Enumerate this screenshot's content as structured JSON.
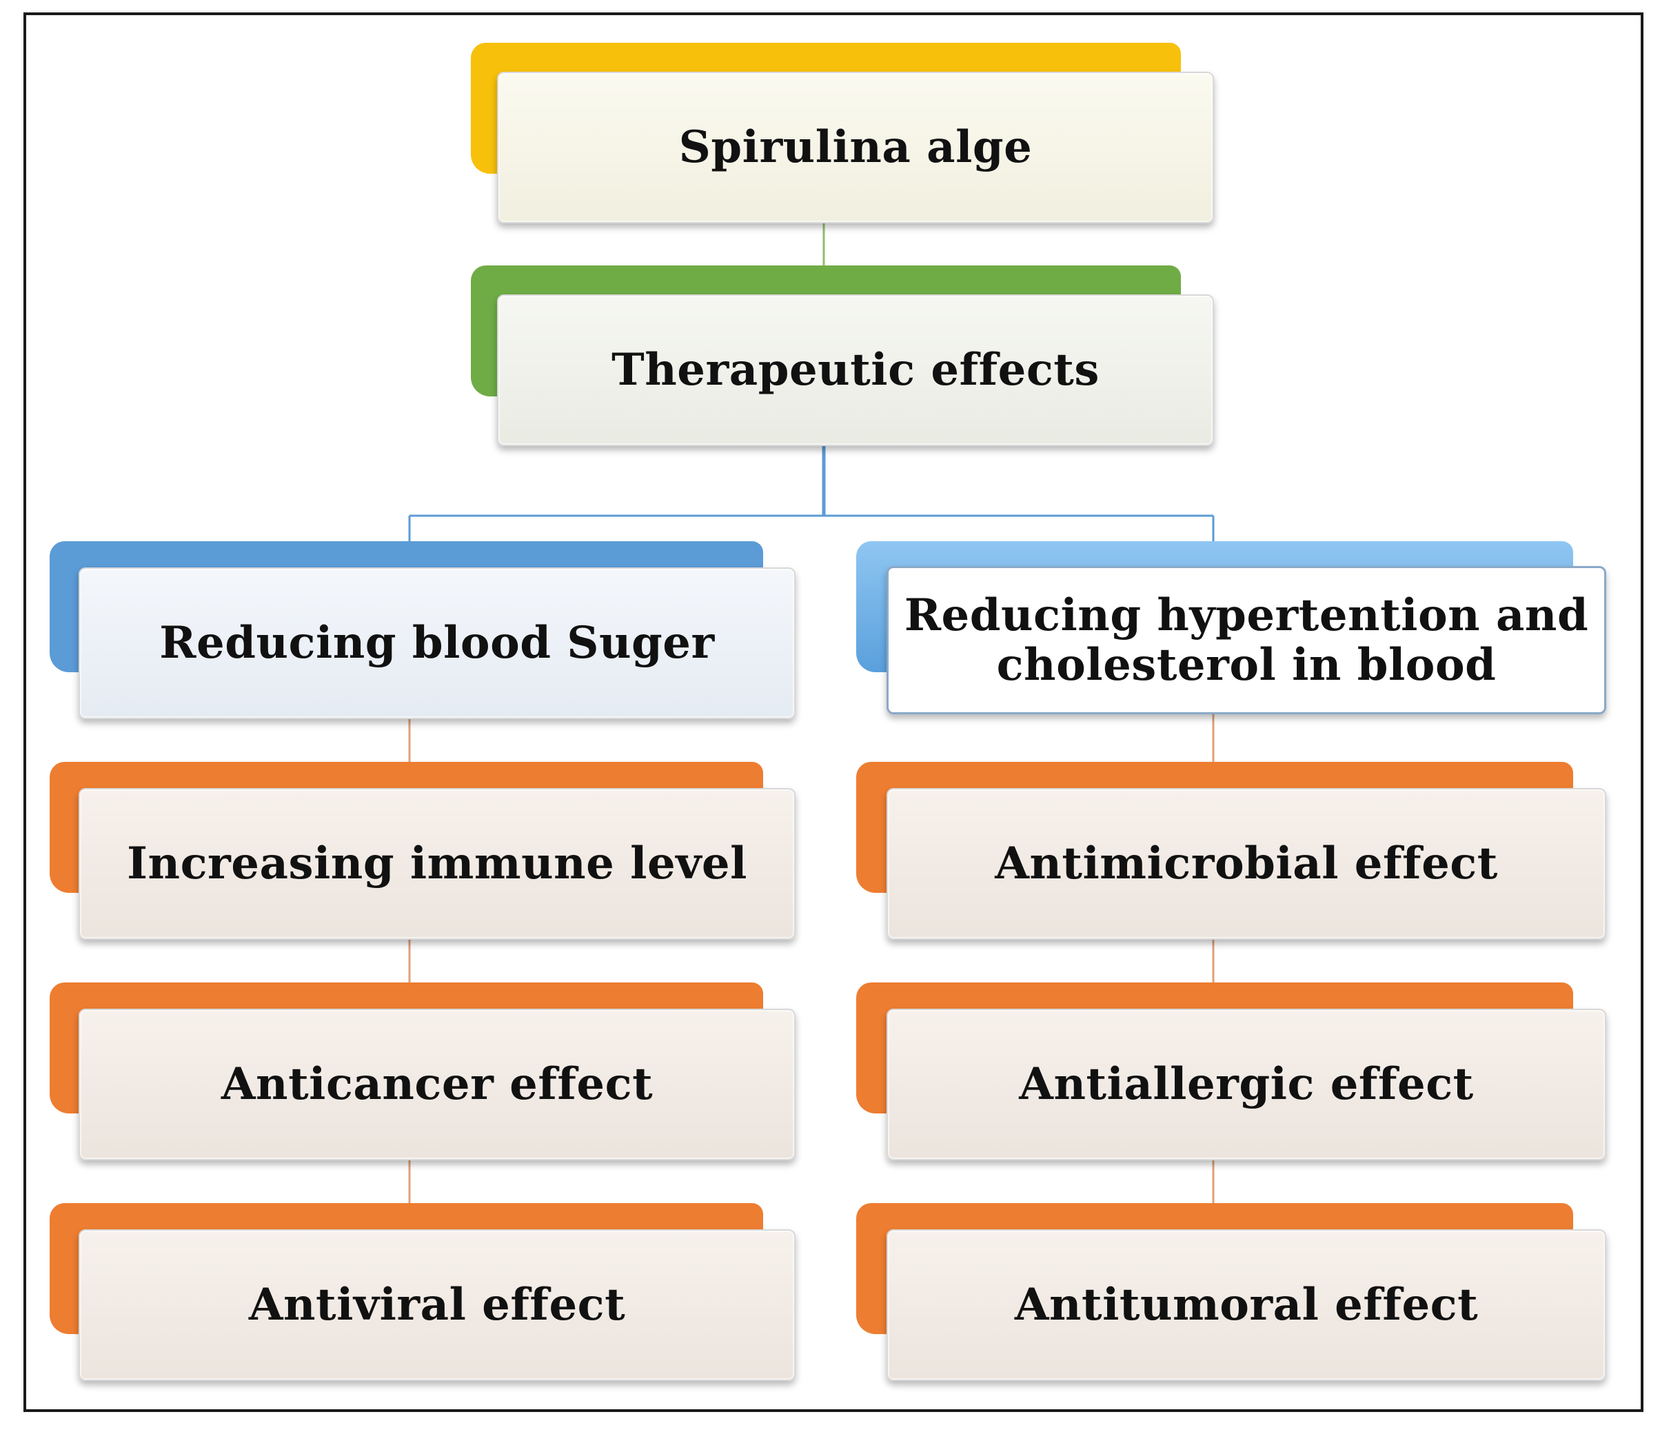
{
  "diagram": {
    "nodes": [
      {
        "id": "root",
        "label": "Spirulina alge",
        "color": "#f7c00a"
      },
      {
        "id": "effects",
        "label": "Therapeutic effects",
        "color": "#6fac46"
      },
      {
        "id": "blood-sugar",
        "label": "Reducing blood Suger",
        "color": "#5b9bd6"
      },
      {
        "id": "hypertension",
        "label": "Reducing hypertention  and\ncholesterol in blood",
        "color": "#5aa0dc"
      },
      {
        "id": "immune",
        "label": "Increasing immune level",
        "color": "#ed7d31"
      },
      {
        "id": "anticancer",
        "label": "Anticancer effect",
        "color": "#ed7d31"
      },
      {
        "id": "antiviral",
        "label": "Antiviral effect",
        "color": "#ed7d31"
      },
      {
        "id": "antimicrobial",
        "label": "Antimicrobial effect",
        "color": "#ed7d31"
      },
      {
        "id": "antiallergic",
        "label": "Antiallergic effect",
        "color": "#ed7d31"
      },
      {
        "id": "antitumoral",
        "label": "Antitumoral effect",
        "color": "#ed7d31"
      }
    ],
    "edges": [
      [
        "root",
        "effects"
      ],
      [
        "effects",
        "blood-sugar"
      ],
      [
        "effects",
        "hypertension"
      ],
      [
        "blood-sugar",
        "immune"
      ],
      [
        "immune",
        "anticancer"
      ],
      [
        "anticancer",
        "antiviral"
      ],
      [
        "hypertension",
        "antimicrobial"
      ],
      [
        "antimicrobial",
        "antiallergic"
      ],
      [
        "antiallergic",
        "antitumoral"
      ]
    ],
    "connector_colors": {
      "green": "#8fbf6a",
      "blue": "#5b9bd6",
      "orange": "#e0a07a"
    }
  }
}
